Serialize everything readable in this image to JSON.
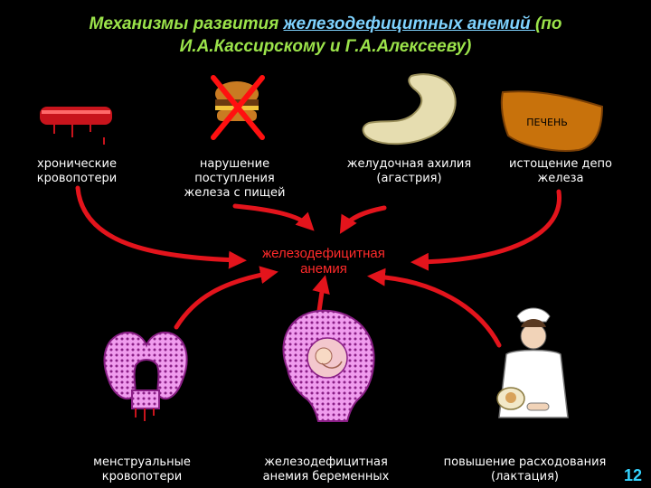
{
  "title": {
    "part1": "Механизмы развития ",
    "link": "железодефицитных анемий ",
    "part2": "(по",
    "line2": "И.А.Кассирскому и Г.А.Алексееву)"
  },
  "center_label": "железодефицитная\nанемия",
  "liver_label": "ПЕЧЕНЬ",
  "causes": {
    "chronic_blood_loss": "хронические\nкровопотери",
    "intake_disorder": "нарушение\nпоступления\nжелеза с пищей",
    "achylia": "желудочная ахилия\n(агастрия)",
    "depot_depletion": "истощение депо\nжелеза",
    "menstrual_loss": "менструальные\nкровопотери",
    "pregnancy_anemia": "железодефицитная\nанемия беременных",
    "lactation": "повышение расходования\n(лактация)"
  },
  "page_number": "12",
  "colors": {
    "background": "#000000",
    "title": "#9be34a",
    "title_link": "#7fd3ff",
    "arrow": "#e3141c",
    "center_text": "#ff2a2a",
    "uterus_fill": "#e86ee6",
    "uterus_outline": "#8a1f86",
    "liver": "#c8720c",
    "page_number": "#35d4ff"
  },
  "icons": [
    "blood-vessel-icon",
    "crossed-burger-icon",
    "stomach-icon",
    "liver-icon",
    "uterus-icon",
    "pregnant-uterus-icon",
    "nurse-with-baby-icon"
  ]
}
